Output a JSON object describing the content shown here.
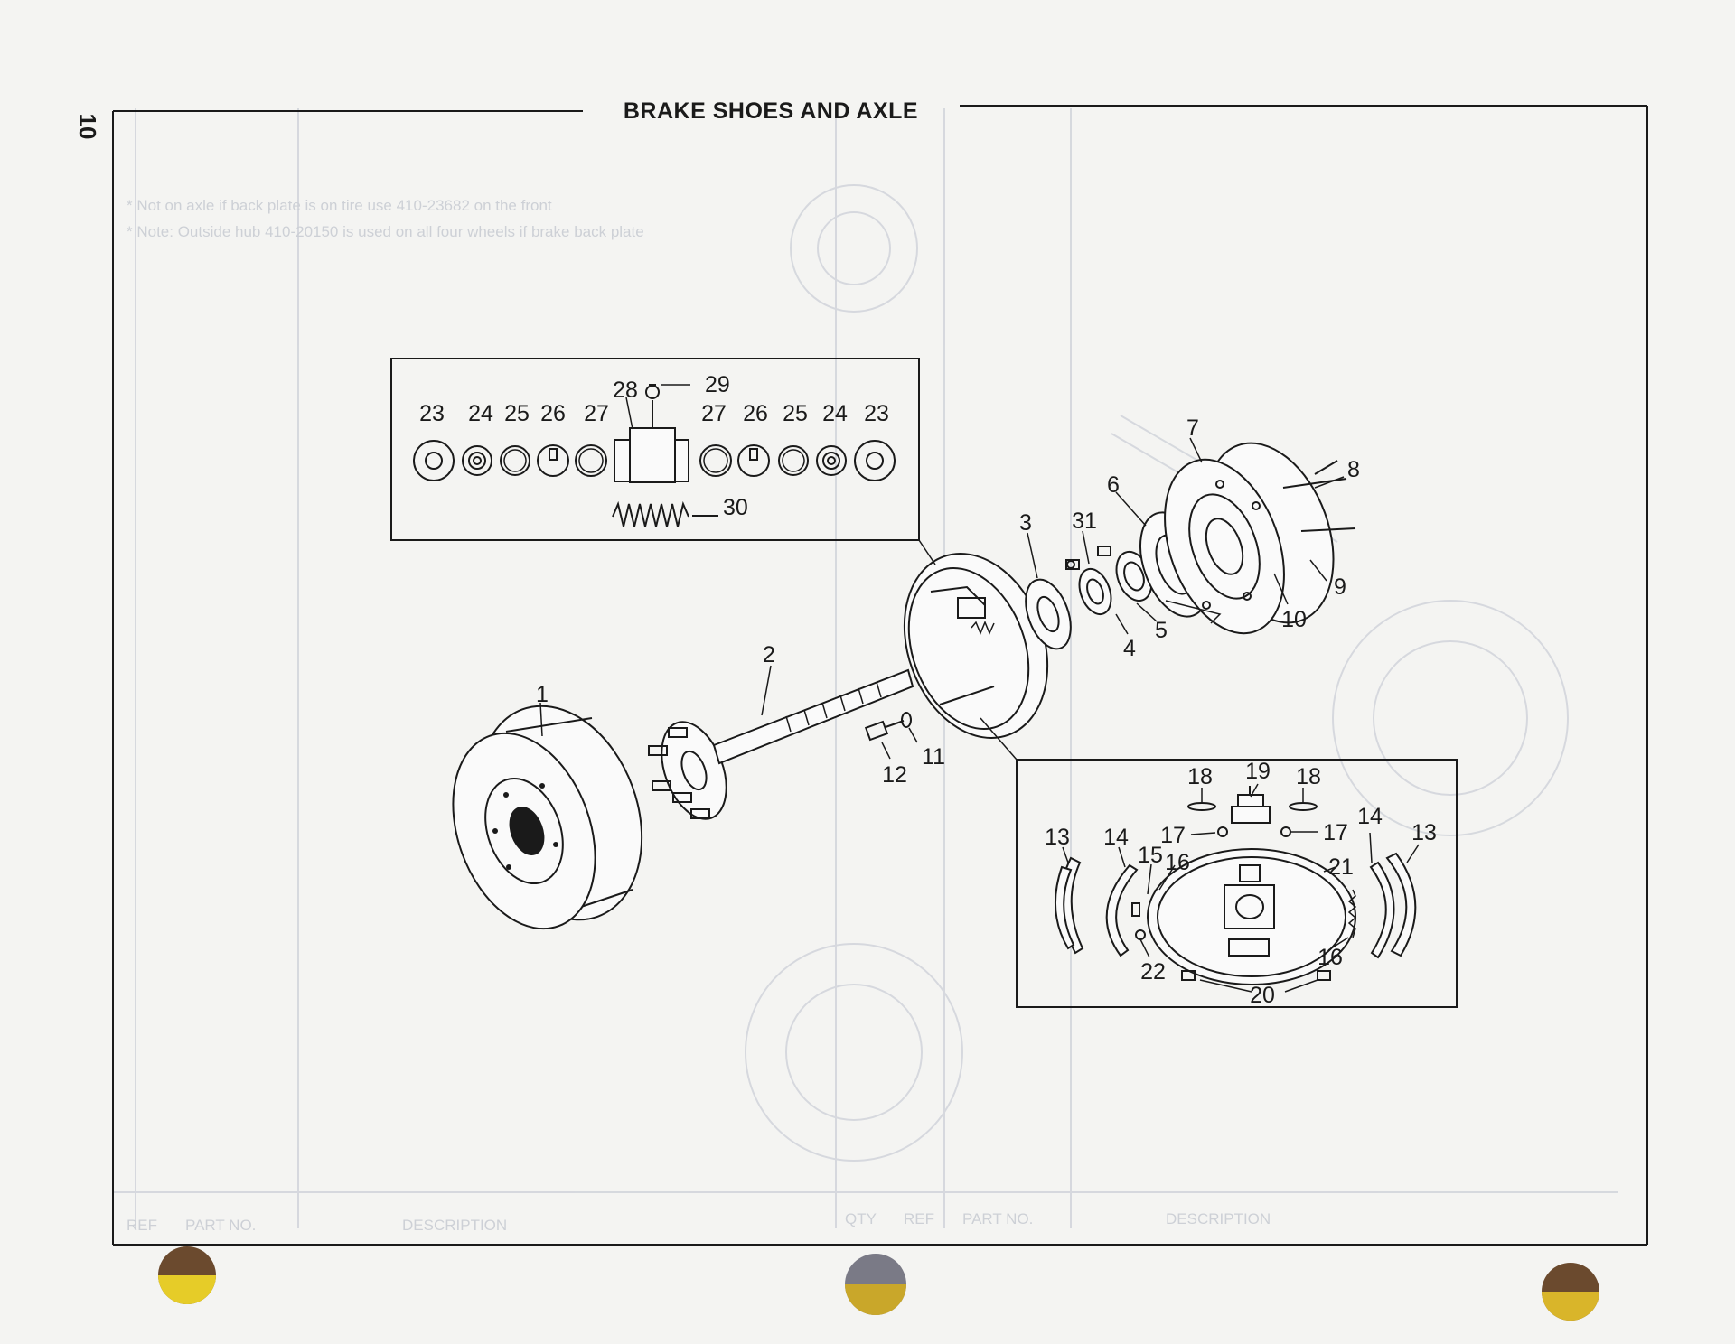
{
  "page": {
    "number": "10",
    "title": "BRAKE SHOES AND AXLE"
  },
  "callouts": {
    "c1": "1",
    "c2": "2",
    "c3": "3",
    "c4": "4",
    "c5": "5",
    "c6": "6",
    "c7": "7",
    "c8": "8",
    "c9": "9",
    "c10": "10",
    "c11": "11",
    "c12": "12",
    "c31": "31"
  },
  "inset_top": {
    "c28": "28",
    "c29": "29",
    "c30": "30",
    "left_row": [
      "23",
      "24",
      "25",
      "26",
      "27"
    ],
    "right_row": [
      "27",
      "26",
      "25",
      "24",
      "23"
    ]
  },
  "inset_bottom": {
    "c18a": "18",
    "c19": "19",
    "c18b": "18",
    "c17a": "17",
    "c17b": "17",
    "c13a": "13",
    "c14a": "14",
    "c15": "15",
    "c16a": "16",
    "c21": "21",
    "c14b": "14",
    "c13b": "13",
    "c16b": "16",
    "c22": "22",
    "c20": "20"
  },
  "bleed_through": {
    "notes": [
      "* Not on axle if back plate is on tire use 410-23682 on the front",
      "* Note: Outside hub 410-20150 is used on all four wheels if brake back plate"
    ],
    "footer_left": [
      "REF",
      "PART NO.",
      "DESCRIPTION"
    ],
    "footer_right": [
      "QTY",
      "REF",
      "PART NO.",
      "DESCRIPTION"
    ]
  }
}
